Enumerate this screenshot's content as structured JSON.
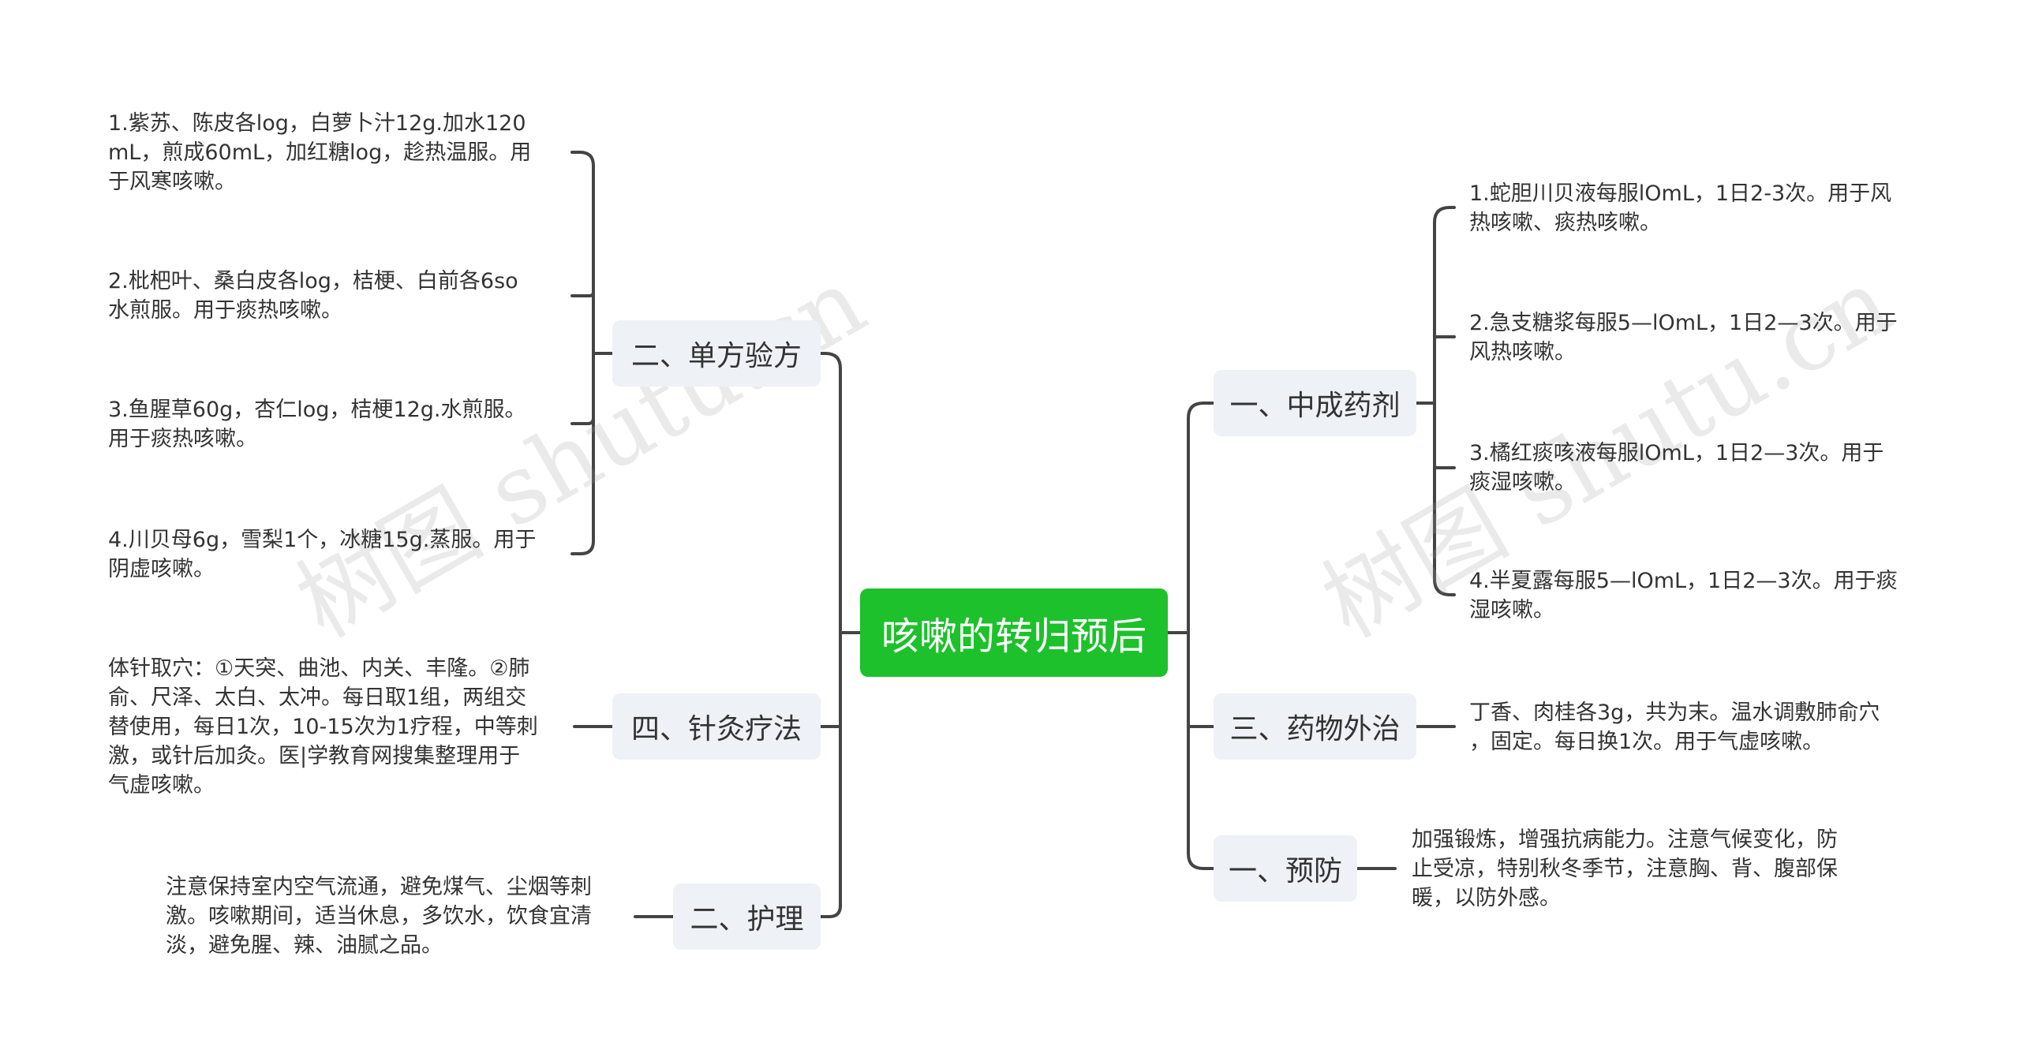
{
  "root": {
    "label": "咳嗽的转归预后"
  },
  "left_branches": [
    {
      "label": "二、单方验方",
      "items": [
        "1.紫苏、陈皮各log，白萝卜汁12g.加水120\nmL，煎成60mL，加红糖log，趁热温服。用\n于风寒咳嗽。",
        "2.枇杷叶、桑白皮各log，桔梗、白前各6so\n水煎服。用于痰热咳嗽。",
        "3.鱼腥草60g，杏仁log，桔梗12g.水煎服。\n用于痰热咳嗽。",
        "4.川贝母6g，雪梨1个，冰糖15g.蒸服。用于\n阴虚咳嗽。"
      ]
    },
    {
      "label": "四、针灸疗法",
      "items": [
        "体针取穴：①天突、曲池、内关、丰隆。②肺\n俞、尺泽、太白、太冲。每日取1组，两组交\n替使用，每日1次，10-15次为1疗程，中等刺\n激，或针后加灸。医|学教育网搜集整理用于\n气虚咳嗽。"
      ]
    },
    {
      "label": "二、护理",
      "items": [
        "注意保持室内空气流通，避免煤气、尘烟等刺\n激。咳嗽期间，适当休息，多饮水，饮食宜清\n淡，避免腥、辣、油腻之品。"
      ]
    }
  ],
  "right_branches": [
    {
      "label": "一、中成药剂",
      "items": [
        "1.蛇胆川贝液每服lOmL，1日2-3次。用于风\n热咳嗽、痰热咳嗽。",
        "2.急支糖浆每服5—lOmL，1日2—3次。用于\n风热咳嗽。",
        "3.橘红痰咳液每服lOmL，1日2—3次。用于\n痰湿咳嗽。",
        "4.半夏露每服5—lOmL，1日2—3次。用于痰\n湿咳嗽。"
      ]
    },
    {
      "label": "三、药物外治",
      "items": [
        "丁香、肉桂各3g，共为末。温水调敷肺俞穴\n，固定。每日换1次。用于气虚咳嗽。"
      ]
    },
    {
      "label": "一、预防",
      "items": [
        "加强锻炼，增强抗病能力。注意气候变化，防\n止受凉，特别秋冬季节，注意胸、背、腹部保\n暖，以防外感。"
      ]
    }
  ],
  "watermarks": [
    "树图 shutu.cn",
    "树图 shutu.cn"
  ],
  "colors": {
    "root_bg": "#1dc12b",
    "root_text": "#ffffff",
    "branch_bg": "#eef1f5",
    "line": "#444444",
    "text": "#333333"
  }
}
